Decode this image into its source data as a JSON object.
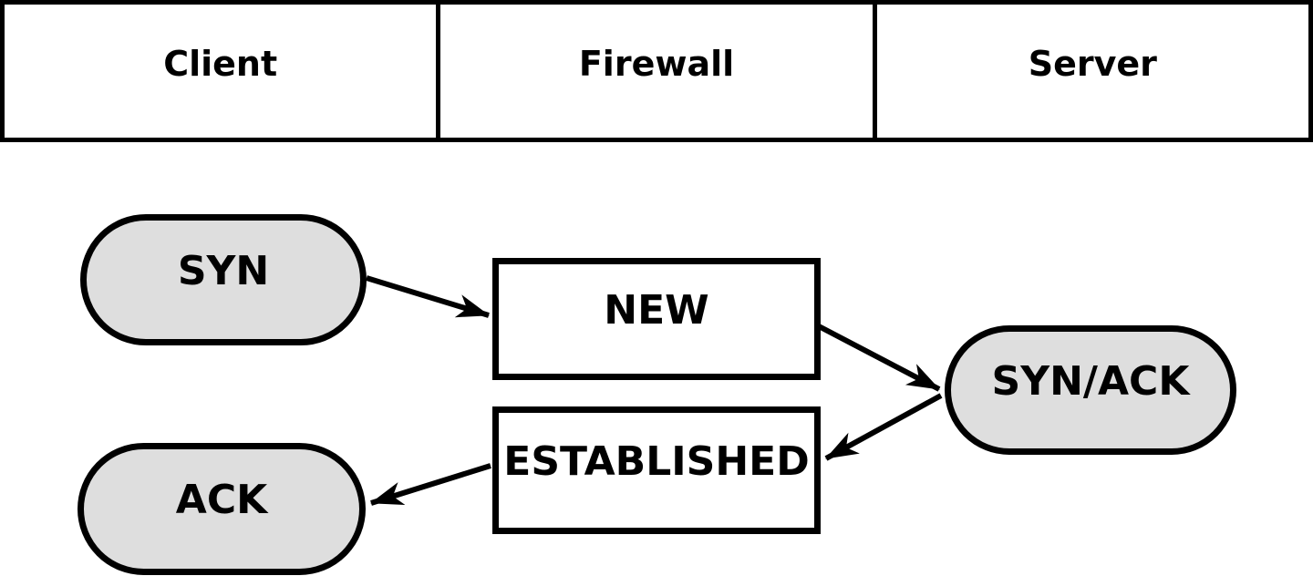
{
  "diagram": {
    "type": "flow-diagram",
    "subject": "TCP three-way handshake connection tracking states across client, firewall and server lanes",
    "columns": [
      {
        "label": "Client"
      },
      {
        "label": "Firewall"
      },
      {
        "label": "Server"
      }
    ],
    "nodes": [
      {
        "id": "syn",
        "label": "SYN",
        "shape": "stadium",
        "column": "Client",
        "fill": "#dedede"
      },
      {
        "id": "new",
        "label": "NEW",
        "shape": "rectangle",
        "column": "Firewall",
        "fill": "#ffffff"
      },
      {
        "id": "synack",
        "label": "SYN/ACK",
        "shape": "stadium",
        "column": "Server",
        "fill": "#dedede"
      },
      {
        "id": "established",
        "label": "ESTABLISHED",
        "shape": "rectangle",
        "column": "Firewall",
        "fill": "#ffffff"
      },
      {
        "id": "ack",
        "label": "ACK",
        "shape": "stadium",
        "column": "Client",
        "fill": "#dedede"
      }
    ],
    "edges": [
      {
        "from": "SYN",
        "to": "NEW"
      },
      {
        "from": "NEW",
        "to": "SYN/ACK"
      },
      {
        "from": "SYN/ACK",
        "to": "ESTABLISHED"
      },
      {
        "from": "ESTABLISHED",
        "to": "ACK"
      }
    ],
    "colors": {
      "stroke": "#000000",
      "stadium_fill": "#dedede",
      "rect_fill": "#ffffff",
      "background": "#ffffff"
    }
  }
}
